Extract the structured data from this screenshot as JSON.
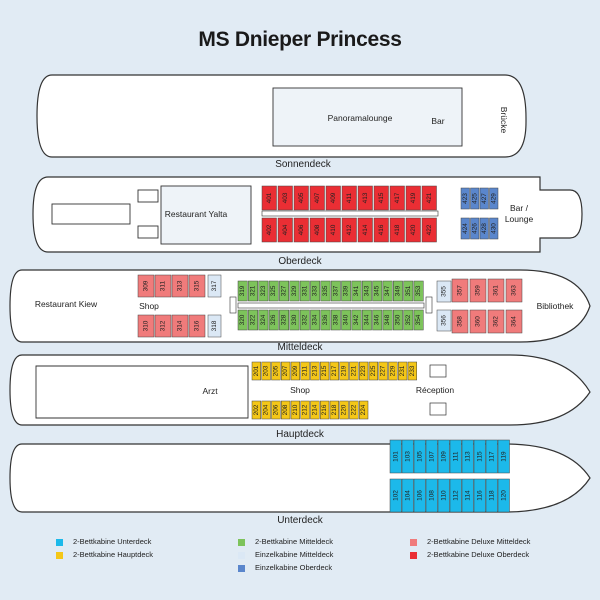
{
  "title": "MS Dnieper Princess",
  "colors": {
    "unterdeck": "#1cb9ea",
    "hauptdeck": "#f4c718",
    "mitteldeck": "#7dc35b",
    "einzel_mitteldeck": "#dbe8f5",
    "einzel_oberdeck": "#5a86cc",
    "deluxe_mitteldeck": "#f07b7b",
    "deluxe_oberdeck": "#ea2e34"
  },
  "decks": {
    "sonnendeck": {
      "label": "Sonnendeck",
      "rooms": {
        "lounge": "Panoramalounge",
        "bar": "Bar",
        "bruecke": "Brücke"
      }
    },
    "oberdeck": {
      "label": "Oberdeck",
      "rooms": {
        "restaurant": "Restaurant Yalta",
        "bar_line1": "Bar /",
        "bar_line2": "Lounge"
      },
      "red_top": [
        "401",
        "403",
        "405",
        "407",
        "409",
        "411",
        "413",
        "415",
        "417",
        "419",
        "421"
      ],
      "red_bottom": [
        "402",
        "404",
        "406",
        "408",
        "410",
        "412",
        "414",
        "416",
        "418",
        "420",
        "422"
      ],
      "blue_top": [
        "423",
        "425",
        "427",
        "429"
      ],
      "blue_bottom": [
        "424",
        "426",
        "428",
        "430"
      ]
    },
    "mitteldeck": {
      "label": "Mitteldeck",
      "rooms": {
        "restaurant": "Restaurant Kiew",
        "shop": "Shop",
        "bibliothek": "Bibliothek"
      },
      "salmon_top_left": [
        "309",
        "311",
        "313",
        "315"
      ],
      "salmon_bottom_left": [
        "310",
        "312",
        "314",
        "316"
      ],
      "single_top_left": "317",
      "single_bottom_left": "318",
      "green_top": [
        "319",
        "321",
        "323",
        "325",
        "327",
        "329",
        "331",
        "333",
        "335",
        "337",
        "339",
        "341",
        "343",
        "345",
        "347",
        "349",
        "351",
        "353"
      ],
      "green_bottom": [
        "320",
        "322",
        "324",
        "326",
        "328",
        "330",
        "332",
        "334",
        "336",
        "338",
        "340",
        "342",
        "344",
        "346",
        "348",
        "350",
        "352",
        "354"
      ],
      "single_top_right": "355",
      "single_bottom_right": "356",
      "salmon_top_right": [
        "357",
        "359",
        "361",
        "363"
      ],
      "salmon_bottom_right": [
        "358",
        "360",
        "362",
        "364"
      ]
    },
    "hauptdeck": {
      "label": "Hauptdeck",
      "rooms": {
        "arzt": "Arzt",
        "shop": "Shop",
        "reception": "Réception"
      },
      "yellow_top": [
        "201",
        "203",
        "205",
        "207",
        "209",
        "211",
        "213",
        "215",
        "217",
        "219",
        "221",
        "223",
        "225",
        "227",
        "229",
        "231",
        "233"
      ],
      "yellow_bottom": [
        "202",
        "204",
        "206",
        "208",
        "210",
        "212",
        "214",
        "216",
        "218",
        "220",
        "222",
        "224"
      ]
    },
    "unterdeck": {
      "label": "Unterdeck",
      "cyan_top": [
        "101",
        "103",
        "105",
        "107",
        "109",
        "111",
        "113",
        "115",
        "117",
        "119"
      ],
      "cyan_bottom": [
        "102",
        "104",
        "106",
        "108",
        "110",
        "112",
        "114",
        "116",
        "118",
        "120"
      ]
    }
  },
  "legend": [
    {
      "label": "2-Bettkabine Unterdeck",
      "color": "#1cb9ea"
    },
    {
      "label": "2-Bettkabine Hauptdeck",
      "color": "#f4c718"
    },
    {
      "label": "2-Bettkabine Mitteldeck",
      "color": "#7dc35b"
    },
    {
      "label": "Einzelkabine Mitteldeck",
      "color": "#dbe8f5"
    },
    {
      "label": "Einzelkabine Oberdeck",
      "color": "#5a86cc"
    },
    {
      "label": "2-Bettkabine Deluxe Mitteldeck",
      "color": "#f07b7b"
    },
    {
      "label": "2-Bettkabine Deluxe Oberdeck",
      "color": "#ea2e34"
    }
  ]
}
